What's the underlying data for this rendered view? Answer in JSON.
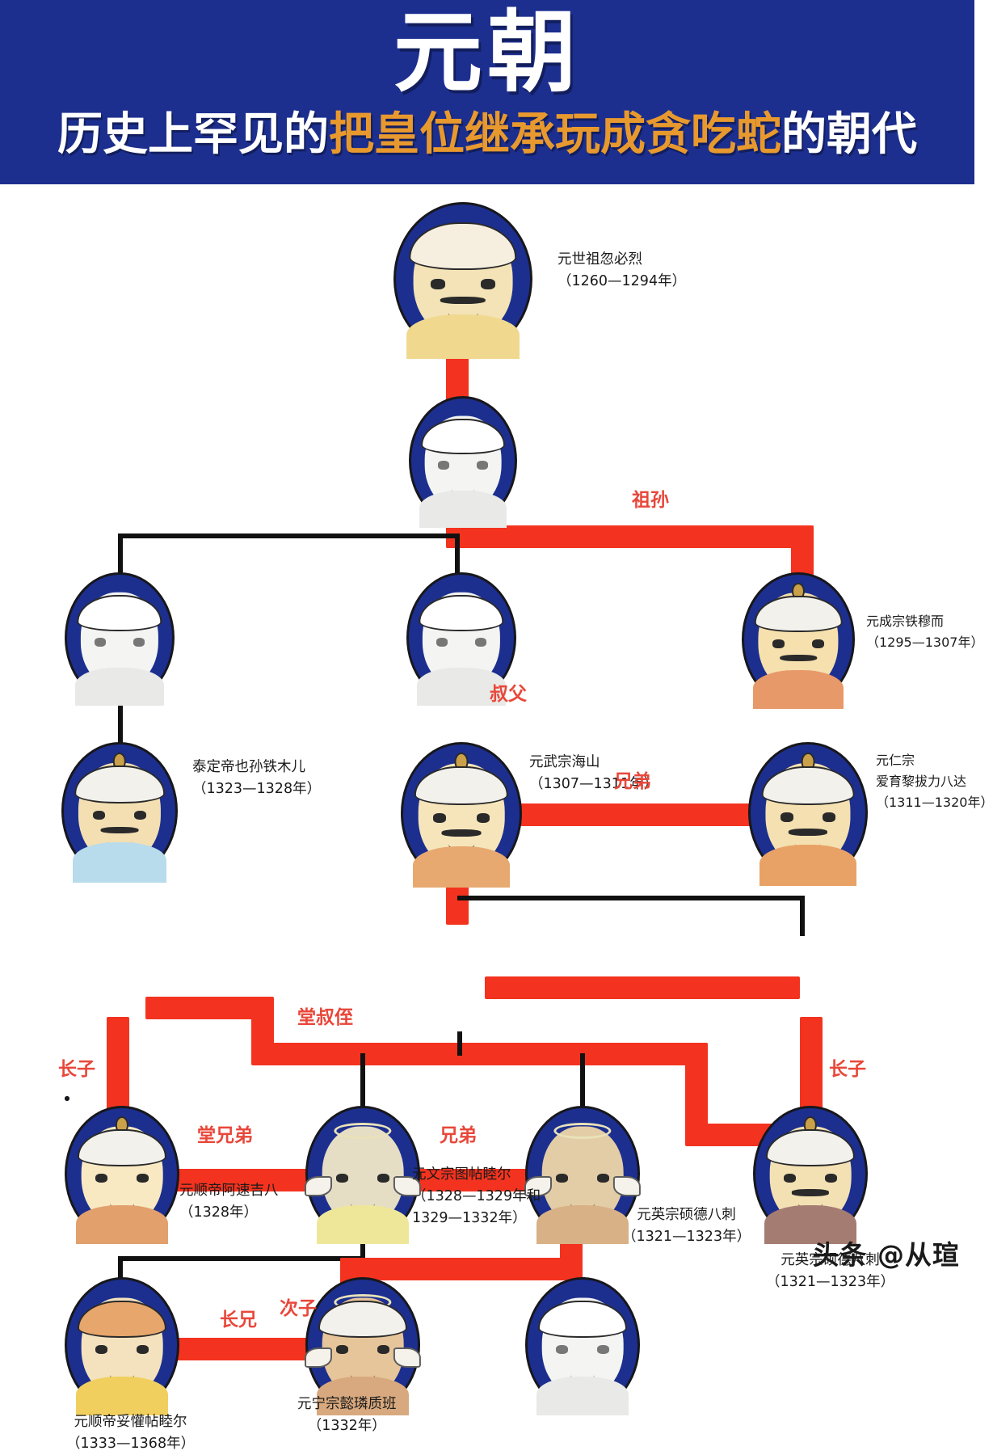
{
  "header": {
    "title": "元朝",
    "subtitle_plain_1": "历史上罕见的",
    "subtitle_highlight": "把皇位继承玩成贪吃蛇",
    "subtitle_plain_2": "的朝代",
    "bg_color": "#1c2f8f",
    "highlight_color": "#e8992e"
  },
  "palette": {
    "red_connector": "#f3331f",
    "black_connector": "#111111",
    "node_blue": "#1c2f8f",
    "relation_label": "#e8473a"
  },
  "people": [
    {
      "id": "kublai",
      "name": "元世祖忽必烈",
      "years": "（1260—1294年）"
    },
    {
      "id": "zhenjin",
      "name": "",
      "years": ""
    },
    {
      "id": "unnamed_l1",
      "name": "",
      "years": ""
    },
    {
      "id": "unnamed_m1",
      "name": "",
      "years": ""
    },
    {
      "id": "chengzong",
      "name": "元成宗铁穆而",
      "years": "（1295—1307年）"
    },
    {
      "id": "yesun",
      "name": "泰定帝也孙铁木儿",
      "years": "（1323—1328年）"
    },
    {
      "id": "wuzong",
      "name": "元武宗海山",
      "years": "（1307—1311年）"
    },
    {
      "id": "renzong",
      "name": "元仁宗",
      "name2": "爱育黎拔力八达",
      "years": "（1311—1320年）"
    },
    {
      "id": "asujiba",
      "name": "元顺帝阿速吉八",
      "years": "（1328年）"
    },
    {
      "id": "wenzong",
      "name": "元文宗图帖睦尔",
      "years": "（1328—1329年和",
      "years2": "1329—1332年）"
    },
    {
      "id": "yingzong_m",
      "name": "元英宗硕德八刺",
      "years": "（1321—1323年）"
    },
    {
      "id": "yingzong_r",
      "name": "元英宗硕德八刺",
      "years": "（1321—1323年）"
    },
    {
      "id": "shundi",
      "name": "元顺帝妥懽帖睦尔",
      "years": "（1333—1368年）"
    },
    {
      "id": "ningzong",
      "name": "元宁宗懿璘质班",
      "years": "（1332年）"
    },
    {
      "id": "unnamed_b",
      "name": "",
      "years": ""
    }
  ],
  "relations": [
    {
      "id": "zusun",
      "label": "祖孙"
    },
    {
      "id": "shufu",
      "label": "叔父"
    },
    {
      "id": "xiongdi_1",
      "label": "兄弟"
    },
    {
      "id": "tangshuzhi",
      "label": "堂叔侄"
    },
    {
      "id": "zhangzi_l",
      "label": "长子"
    },
    {
      "id": "zhangzi_r",
      "label": "长子"
    },
    {
      "id": "tangxiongdi",
      "label": "堂兄弟"
    },
    {
      "id": "xiongdi_2",
      "label": "兄弟"
    },
    {
      "id": "cizi",
      "label": "次子"
    },
    {
      "id": "zhangxiong",
      "label": "长兄"
    }
  ],
  "watermark": "头条 @从瑄"
}
